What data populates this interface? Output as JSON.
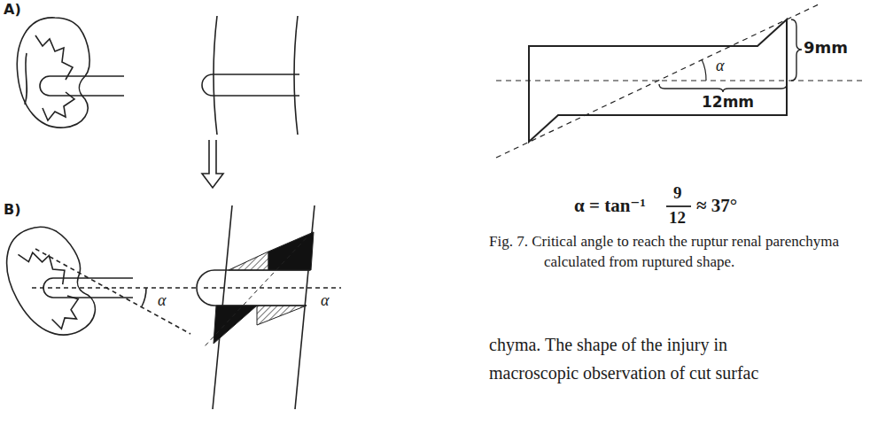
{
  "diagram": {
    "caption": "Fig. 7. Critical angle to reach the ruptur renal parenchyma calculated from ruptured shape.",
    "labels": [
      "A)",
      "B)",
      "α",
      "α",
      "9mm",
      "12mm",
      "α",
      "α = tan⁻¹",
      "9",
      "12",
      "≈ 37°",
      "chyma. The shape of the injury in",
      "macroscopic observation of cut surfac"
    ]
  }
}
